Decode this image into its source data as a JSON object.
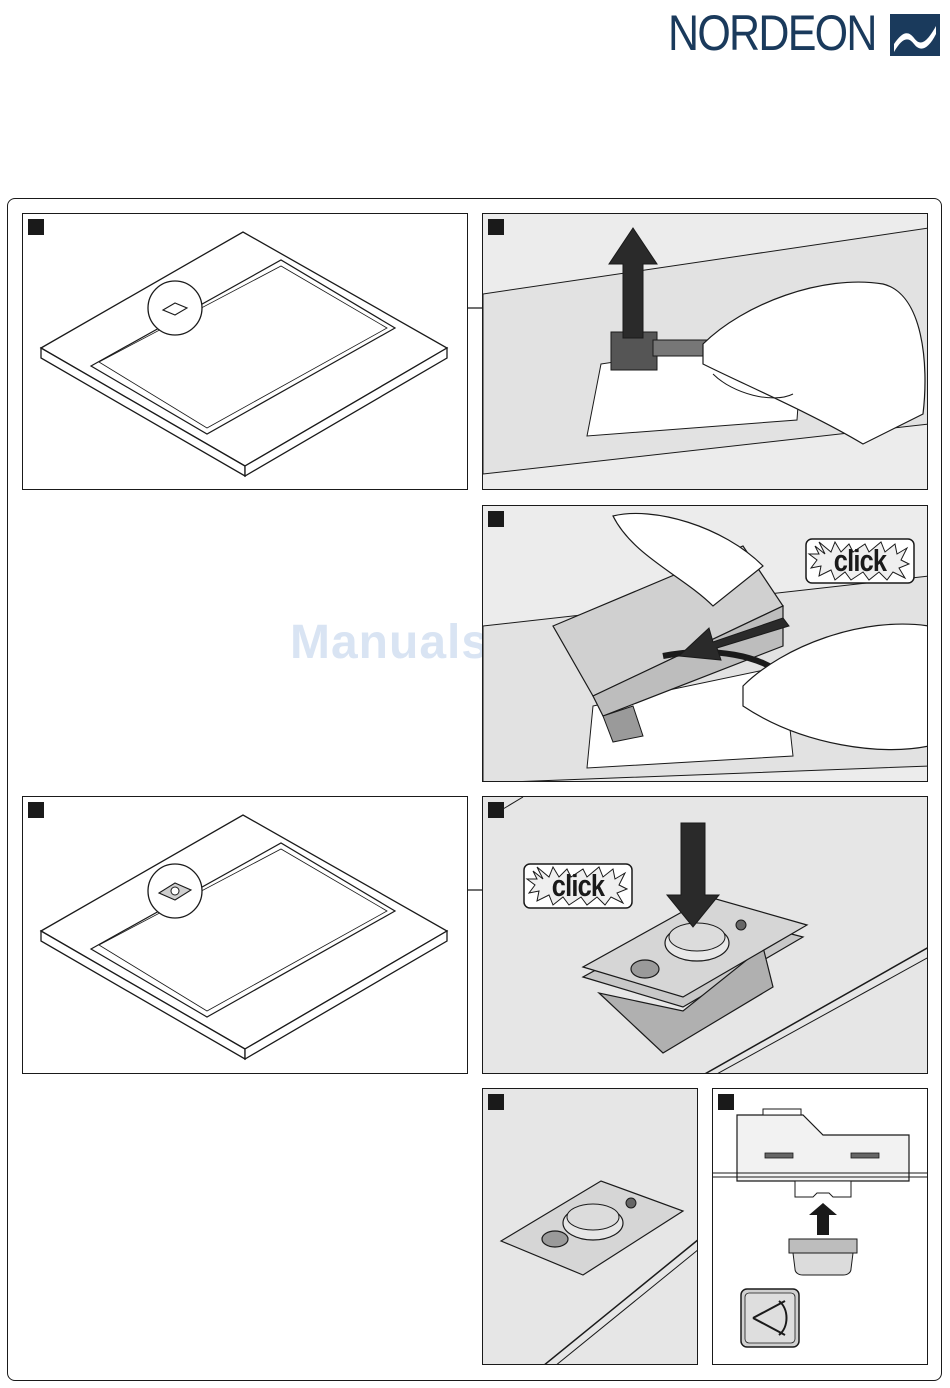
{
  "brand": {
    "name": "NORDEON",
    "color": "#1a3a5c"
  },
  "watermark": "ManualsLib.de",
  "steps": [
    {
      "id": "step-1",
      "number": "",
      "label": ""
    },
    {
      "id": "step-2",
      "number": "",
      "label": ""
    },
    {
      "id": "step-3",
      "number": "",
      "label": "click"
    },
    {
      "id": "step-4",
      "number": "",
      "label": ""
    },
    {
      "id": "step-5",
      "number": "",
      "label": "click"
    },
    {
      "id": "step-6",
      "number": "",
      "label": ""
    },
    {
      "id": "step-7",
      "number": "",
      "label": ""
    }
  ],
  "icons": {
    "logo_mark": "nordeon-wave-icon",
    "arrow_up": "arrow-up-icon",
    "arrow_left": "arrow-left-icon",
    "arrow_down": "arrow-down-icon",
    "eye_symbol": "viewing-angle-icon"
  }
}
